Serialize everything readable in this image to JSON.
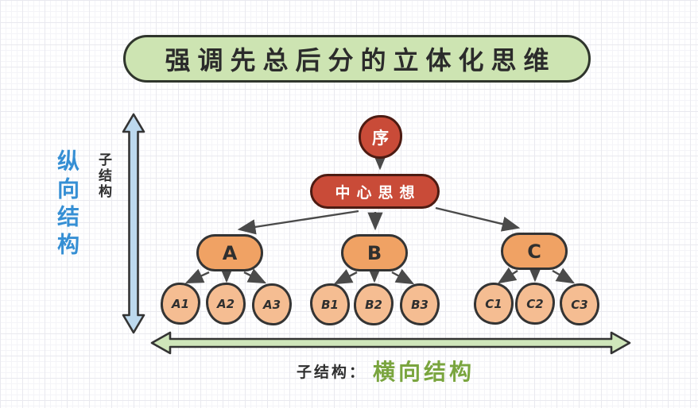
{
  "title": "强调先总后分的立体化思维",
  "left_axis": {
    "primary": "纵向结构",
    "secondary": "子结构"
  },
  "bottom_axis": {
    "prefix": "子结构：",
    "main": "横向结构"
  },
  "tree": {
    "root": "序",
    "center": "中心思想",
    "branches": [
      {
        "label": "A",
        "children": [
          "A1",
          "A2",
          "A3"
        ]
      },
      {
        "label": "B",
        "children": [
          "B1",
          "B2",
          "B3"
        ]
      },
      {
        "label": "C",
        "children": [
          "C1",
          "C2",
          "C3"
        ]
      }
    ]
  },
  "colors": {
    "red_node": "#c94b38",
    "red_node_outline": "#4c1b12",
    "orange_branch": "#f0a264",
    "orange_child": "#f5bd92",
    "banner_green": "#cde4b2",
    "arrow_green_fill": "#cfe6ba",
    "arrow_blue_fill": "#bdd9ee",
    "text_blue": "#368fd4",
    "text_green": "#7aa53f",
    "stroke_dark": "#343434"
  }
}
